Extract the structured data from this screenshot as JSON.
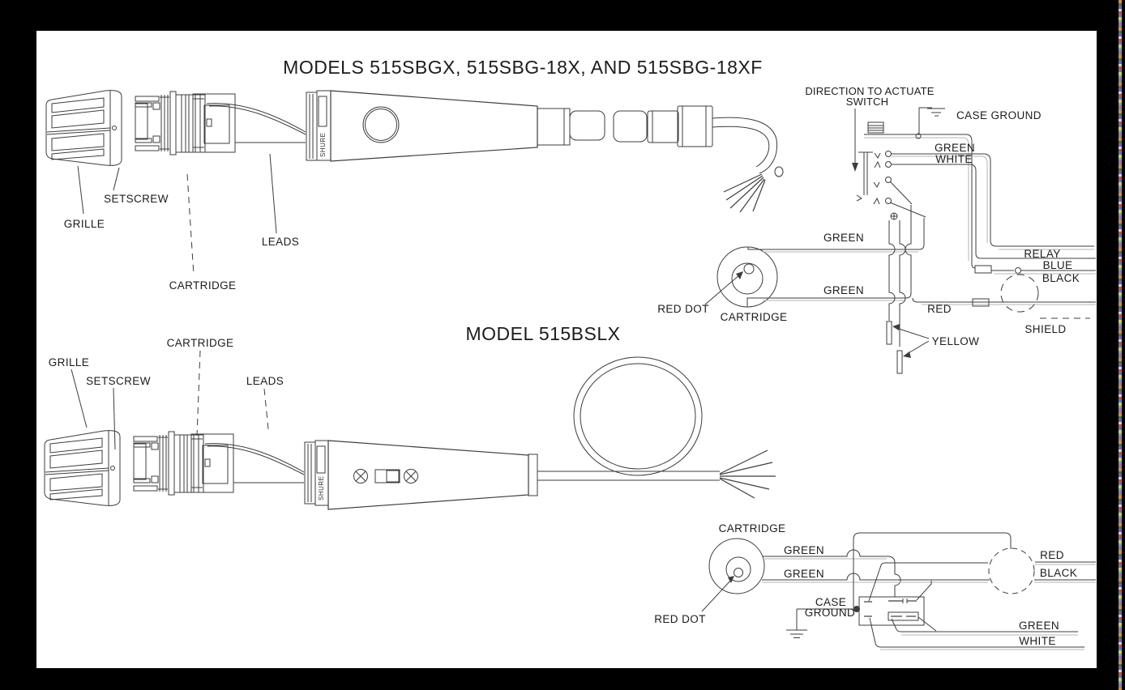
{
  "background": {
    "frame_color": "#000000",
    "canvas_color": "#ffffff"
  },
  "line_color": "#3d3d3d",
  "brand": "SHURE",
  "top_section": {
    "title": "MODELS 515SBGX, 515SBG-18X, AND 515SBG-18XF",
    "part_labels": {
      "grille": "GRILLE",
      "setscrew": "SETSCREW",
      "cartridge": "CARTRIDGE",
      "leads": "LEADS"
    },
    "wiring_labels": {
      "direction_1": "DIRECTION TO ACTUATE",
      "direction_2": "SWITCH",
      "case_ground": "CASE GROUND",
      "green": "GREEN",
      "white": "WHITE",
      "cartridge_green_top": "GREEN",
      "cartridge_green_bottom": "GREEN",
      "red_dot": "RED DOT",
      "cartridge": "CARTRIDGE",
      "relay": "RELAY",
      "blue": "BLUE",
      "black": "BLACK",
      "red": "RED",
      "yellow": "YELLOW",
      "shield": "SHIELD"
    }
  },
  "bottom_section": {
    "title": "MODEL 515BSLX",
    "part_labels": {
      "grille": "GRILLE",
      "setscrew": "SETSCREW",
      "cartridge": "CARTRIDGE",
      "leads": "LEADS"
    },
    "wiring_labels": {
      "cartridge": "CARTRIDGE",
      "green_top": "GREEN",
      "green_bottom": "GREEN",
      "red_dot": "RED DOT",
      "case_1": "CASE",
      "case_2": "GROUND",
      "red": "RED",
      "black": "BLACK",
      "green_out": "GREEN",
      "white": "WHITE"
    }
  }
}
